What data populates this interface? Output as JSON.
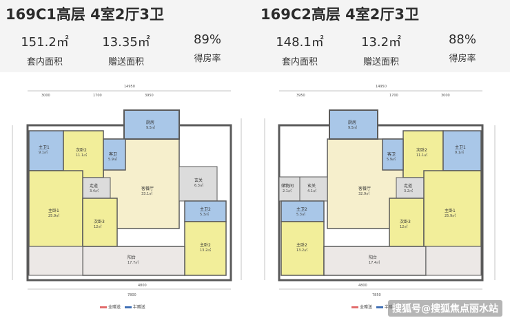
{
  "left": {
    "title": "169C1高层 4室2厅3卫",
    "stats": [
      {
        "value": "151.2㎡",
        "label": "套内面积"
      },
      {
        "value": "13.35㎡",
        "label": "赠送面积"
      },
      {
        "value": "89%",
        "label": "得房率"
      }
    ],
    "rooms": {
      "kitchen": {
        "name": "厨房",
        "sub": "9.5㎡"
      },
      "master_bath1": {
        "name": "主卫1",
        "sub": "9.1㎡"
      },
      "bedroom2": {
        "name": "次卧2",
        "sub": "11.1㎡"
      },
      "guest_bath": {
        "name": "客卫",
        "sub": "5.9㎡"
      },
      "living": {
        "name": "客餐厅",
        "sub": "33.1㎡"
      },
      "entry": {
        "name": "玄关",
        "sub": "6.3㎡"
      },
      "hall": {
        "name": "走道",
        "sub": "3.4㎡"
      },
      "master1": {
        "name": "主卧1",
        "sub": "25.9㎡"
      },
      "bedroom3": {
        "name": "次卧3",
        "sub": "12㎡"
      },
      "master_bath2": {
        "name": "主卫2",
        "sub": "5.3㎡"
      },
      "master2": {
        "name": "主卧2",
        "sub": "13.2㎡"
      },
      "balcony": {
        "name": "阳台",
        "sub": "17.7㎡"
      }
    },
    "dims": {
      "total": "14950",
      "bottom": "7800",
      "d1": "3000",
      "d2": "1700",
      "d3": "3950",
      "d4": "4800"
    }
  },
  "right": {
    "title": "169C2高层 4室2厅3卫",
    "stats": [
      {
        "value": "148.1㎡",
        "label": "套内面积"
      },
      {
        "value": "13.2㎡",
        "label": "赠送面积"
      },
      {
        "value": "88%",
        "label": "得房率"
      }
    ],
    "rooms": {
      "kitchen": {
        "name": "厨房",
        "sub": "9.5㎡"
      },
      "bedroom2": {
        "name": "次卧2",
        "sub": "11.1㎡"
      },
      "master_bath1": {
        "name": "主卫1",
        "sub": "9.1㎡"
      },
      "guest_bath": {
        "name": "客卫",
        "sub": "5.9㎡"
      },
      "living": {
        "name": "客餐厅",
        "sub": "32.9㎡"
      },
      "storage": {
        "name": "储物间",
        "sub": "2.1㎡"
      },
      "entry": {
        "name": "玄关",
        "sub": "4.1㎡"
      },
      "hall": {
        "name": "走道",
        "sub": "3.2㎡"
      },
      "master_bath2": {
        "name": "主卫2",
        "sub": "5.3㎡"
      },
      "master2": {
        "name": "主卧2",
        "sub": "13.2㎡"
      },
      "bedroom3": {
        "name": "次卧3",
        "sub": "12㎡"
      },
      "master1": {
        "name": "主卧1",
        "sub": "25.9㎡"
      },
      "balcony": {
        "name": "阳台",
        "sub": "17.4㎡"
      }
    },
    "dims": {
      "total": "14950",
      "bottom": "7850",
      "d1": "3000",
      "d2": "1700",
      "d3": "3950",
      "d4": "4800"
    }
  },
  "legend": {
    "full": "全赠送",
    "half": "半赠送"
  },
  "watermark": "搜狐号@搜狐焦点丽水站",
  "colors": {
    "wet": "#a9c7e8",
    "bedroom": "#f2ee9a",
    "living": "#f6efcc",
    "balcony": "#ece8e6",
    "wall": "#5a5a5a"
  }
}
